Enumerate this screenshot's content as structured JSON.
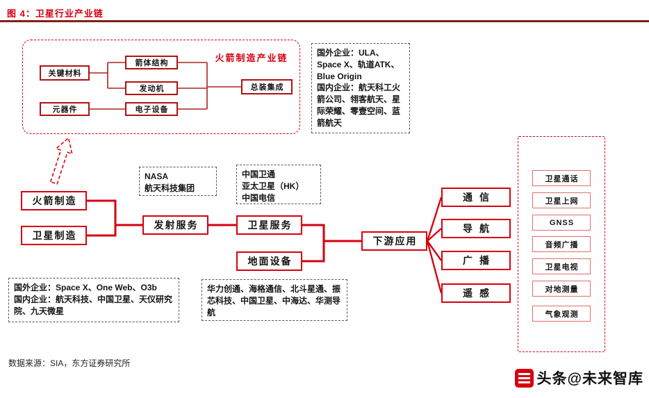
{
  "figure": {
    "title": "图 4：卫星行业产业链",
    "source": "数据来源：SIA，东方证券研究所",
    "watermark": "头条@未来智库"
  },
  "colors": {
    "accent_red": "#d7000f",
    "dark_red": "#a8241b",
    "header_rule": "#7e2018"
  },
  "rocket_chain": {
    "title": "火箭制造产业链",
    "materials": "关键材料",
    "structure": "箭体结构",
    "engine": "发动机",
    "components": "元器件",
    "electronics": "电子设备",
    "assembly": "总装集成",
    "companies_foreign": "国外企业：ULA、Space X、轨道ATK、Blue Origin",
    "companies_domestic": "国内企业：航天科工火箭公司、翎客航天、星际荣耀、零壹空间、蓝箭航天"
  },
  "main_chain": {
    "rocket_mfg": "火箭制造",
    "satellite_mfg": "卫星制造",
    "launch_service": "发射服务",
    "satellite_service": "卫星服务",
    "ground_equipment": "地面设备",
    "downstream": "下游应用",
    "applications": [
      "通信",
      "导航",
      "广播",
      "遥感"
    ],
    "app_details": [
      "卫星通话",
      "卫星上网",
      "GNSS",
      "音频广播",
      "卫星电视",
      "对地测量",
      "气象观测"
    ]
  },
  "annotations": {
    "launch_companies": [
      "NASA",
      "航天科技集团"
    ],
    "service_companies": [
      "中国卫通",
      "亚太卫星（HK）",
      "中国电信"
    ],
    "mfg_companies_foreign": "国外企业：Space X、One Web、O3b",
    "mfg_companies_domestic": "国内企业：航天科技、中国卫星、天仪研究院、九天微星",
    "ground_companies": "华力创通、海格通信、北斗星通、振芯科技、中国卫星、中海达、华测导航"
  }
}
